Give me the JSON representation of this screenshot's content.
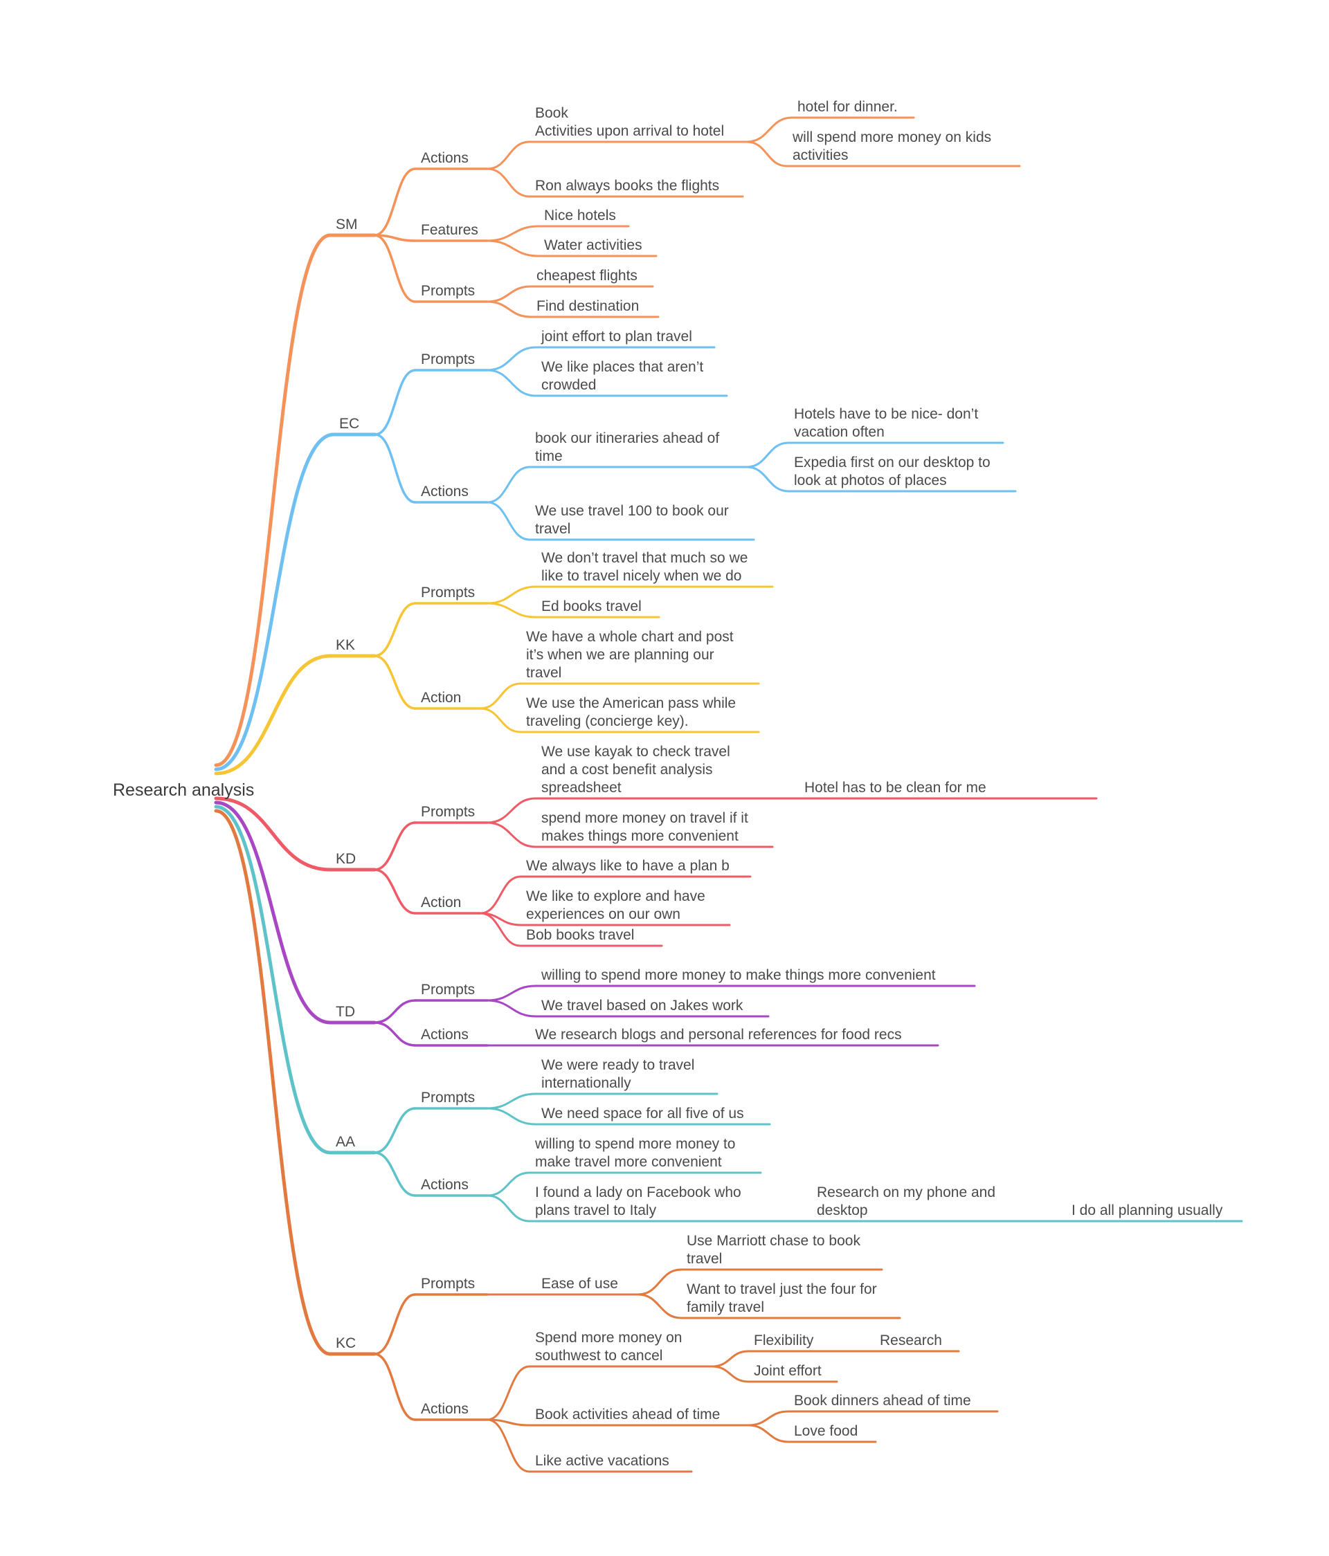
{
  "root": {
    "label": "Research analysis"
  },
  "colors": {
    "SM": "#f4925a",
    "EC": "#6ec0f2",
    "KK": "#f6c533",
    "KD": "#ee5a66",
    "TD": "#a846c4",
    "AA": "#5ec3c8",
    "KC": "#e27a3f"
  },
  "branches": [
    {
      "id": "SM",
      "label": "SM",
      "color": "#f4925a",
      "children": [
        {
          "label": "Actions",
          "children": [
            {
              "label": "Book\nActivities upon arrival to hotel",
              "children": [
                {
                  "label": "hotel for dinner."
                },
                {
                  "label": "will spend more money on kids\nactivities"
                }
              ]
            },
            {
              "label": "Ron always books the flights"
            }
          ]
        },
        {
          "label": "Features",
          "children": [
            {
              "label": "Nice hotels"
            },
            {
              "label": "Water activities"
            }
          ]
        },
        {
          "label": "Prompts",
          "children": [
            {
              "label": "cheapest flights"
            },
            {
              "label": "Find destination"
            }
          ]
        }
      ]
    },
    {
      "id": "EC",
      "label": "EC",
      "color": "#6ec0f2",
      "children": [
        {
          "label": "Prompts",
          "children": [
            {
              "label": "joint effort to plan travel"
            },
            {
              "label": "We like places that aren’t\ncrowded"
            }
          ]
        },
        {
          "label": "Actions",
          "children": [
            {
              "label": "book our itineraries ahead of\ntime",
              "children": [
                {
                  "label": "Hotels have to be nice- don’t\nvacation often"
                },
                {
                  "label": "Expedia first on our desktop to\nlook at photos of places"
                }
              ]
            },
            {
              "label": "We use travel 100 to book our\ntravel"
            }
          ]
        }
      ]
    },
    {
      "id": "KK",
      "label": "KK",
      "color": "#f6c533",
      "children": [
        {
          "label": "Prompts",
          "children": [
            {
              "label": "We don’t travel that much so we\nlike to travel nicely when we do"
            },
            {
              "label": "Ed books travel"
            }
          ]
        },
        {
          "label": "Action",
          "children": [
            {
              "label": "We have a whole chart and post\nit’s when we are planning our\ntravel"
            },
            {
              "label": "We use the American pass while\ntraveling (concierge key)."
            }
          ]
        }
      ]
    },
    {
      "id": "KD",
      "label": "KD",
      "color": "#ee5a66",
      "children": [
        {
          "label": "Prompts",
          "children": [
            {
              "label": "We use kayak to check travel\nand a cost benefit analysis\nspreadsheet",
              "children": [
                {
                  "label": "Hotel has to be clean for me"
                }
              ]
            },
            {
              "label": "spend more money on travel if it\nmakes things more convenient"
            }
          ]
        },
        {
          "label": "Action",
          "children": [
            {
              "label": "We always like to have a plan b"
            },
            {
              "label": "We like to explore and have\nexperiences on our own"
            },
            {
              "label": "Bob books travel"
            }
          ]
        }
      ]
    },
    {
      "id": "TD",
      "label": "TD",
      "color": "#a846c4",
      "children": [
        {
          "label": "Prompts",
          "children": [
            {
              "label": "willing to spend more money to make things more convenient"
            },
            {
              "label": "We travel based on Jakes work"
            }
          ]
        },
        {
          "label": "Actions",
          "children": [
            {
              "label": "We research blogs and personal references for food recs"
            }
          ]
        }
      ]
    },
    {
      "id": "AA",
      "label": "AA",
      "color": "#5ec3c8",
      "children": [
        {
          "label": "Prompts",
          "children": [
            {
              "label": "We were ready to travel\ninternationally"
            },
            {
              "label": "We need space for all five of us"
            }
          ]
        },
        {
          "label": "Actions",
          "children": [
            {
              "label": "willing to spend more money to\nmake travel more convenient"
            },
            {
              "label": "I found a lady on Facebook who\nplans travel to Italy",
              "children": [
                {
                  "label": "Research on my phone and\ndesktop",
                  "children": [
                    {
                      "label": "I do all planning usually"
                    }
                  ]
                }
              ]
            }
          ]
        }
      ]
    },
    {
      "id": "KC",
      "label": "KC",
      "color": "#e27a3f",
      "children": [
        {
          "label": "Prompts",
          "children": [
            {
              "label": "Ease of use",
              "children": [
                {
                  "label": "Use Marriott chase to book\ntravel"
                },
                {
                  "label": "Want to travel just the four for\nfamily travel"
                }
              ]
            }
          ]
        },
        {
          "label": "Actions",
          "children": [
            {
              "label": "Spend more money on\nsouthwest to cancel",
              "children": [
                {
                  "label": "Flexibility",
                  "children": [
                    {
                      "label": "Research"
                    }
                  ]
                },
                {
                  "label": "Joint effort"
                }
              ]
            },
            {
              "label": "Book activities ahead of time",
              "children": [
                {
                  "label": "Book dinners ahead of time"
                },
                {
                  "label": "Love food"
                }
              ]
            },
            {
              "label": "Like active vacations"
            }
          ]
        }
      ]
    }
  ]
}
